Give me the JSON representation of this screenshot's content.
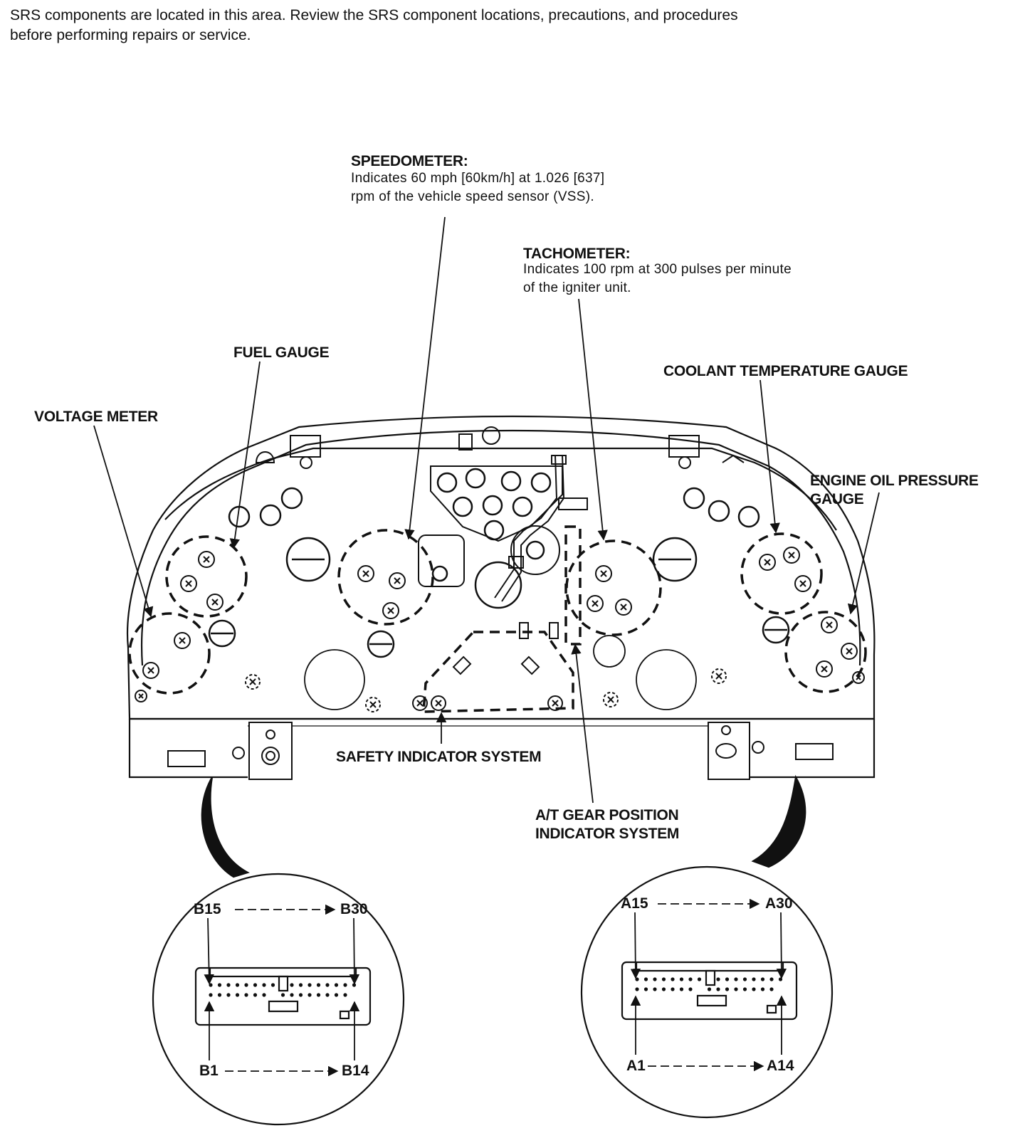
{
  "notice": {
    "line1": "SRS components are located in this area. Review the SRS component locations, precautions, and procedures",
    "line2": "before performing repairs or service."
  },
  "labels": {
    "speedometer": {
      "title": "SPEEDOMETER:",
      "line1": "Indicates 60 mph [60km/h] at 1.026 [637]",
      "line2": "rpm of the vehicle speed sensor (VSS)."
    },
    "tachometer": {
      "title": "TACHOMETER:",
      "line1": "Indicates 100 rpm at 300 pulses per minute",
      "line2": "of the igniter unit."
    },
    "fuel_gauge": "FUEL GAUGE",
    "voltage_meter": "VOLTAGE METER",
    "coolant_temperature_gauge": "COOLANT TEMPERATURE GAUGE",
    "engine_oil_pressure_gauge": {
      "line1": "ENGINE OIL PRESSURE",
      "line2": "GAUGE"
    },
    "safety_indicator_system": "SAFETY INDICATOR SYSTEM",
    "at_gear_position_indicator_system": {
      "line1": "A/T GEAR POSITION",
      "line2": "INDICATOR SYSTEM"
    }
  },
  "connector_b": {
    "top_left": "B15",
    "top_right": "B30",
    "bottom_left": "B1",
    "bottom_right": "B14"
  },
  "connector_a": {
    "top_left": "A15",
    "top_right": "A30",
    "bottom_left": "A1",
    "bottom_right": "A14"
  }
}
